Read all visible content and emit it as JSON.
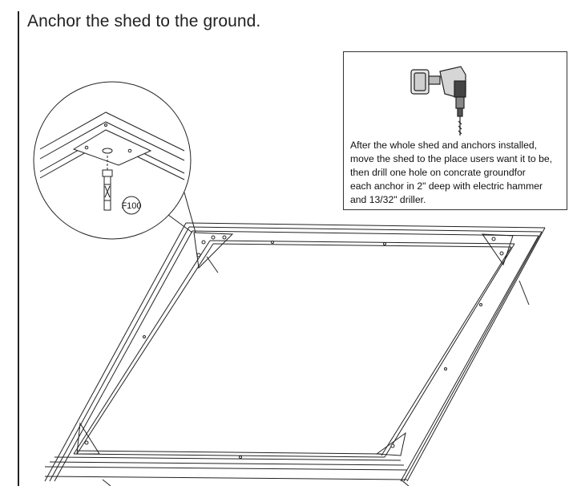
{
  "heading": "Anchor the shed to the ground.",
  "note": {
    "lines": [
      "After the whole shed and anchors installed,",
      "move the shed to the place users want it to be,",
      "then drill one hole on concrate groundfor",
      "each anchor in 2\" deep with electric hammer",
      "and 13/32\" driller."
    ]
  },
  "callout": {
    "part_label": "F100"
  },
  "icons": {
    "tool": "electric-drill-icon",
    "anchor": "ground-anchor-icon"
  }
}
